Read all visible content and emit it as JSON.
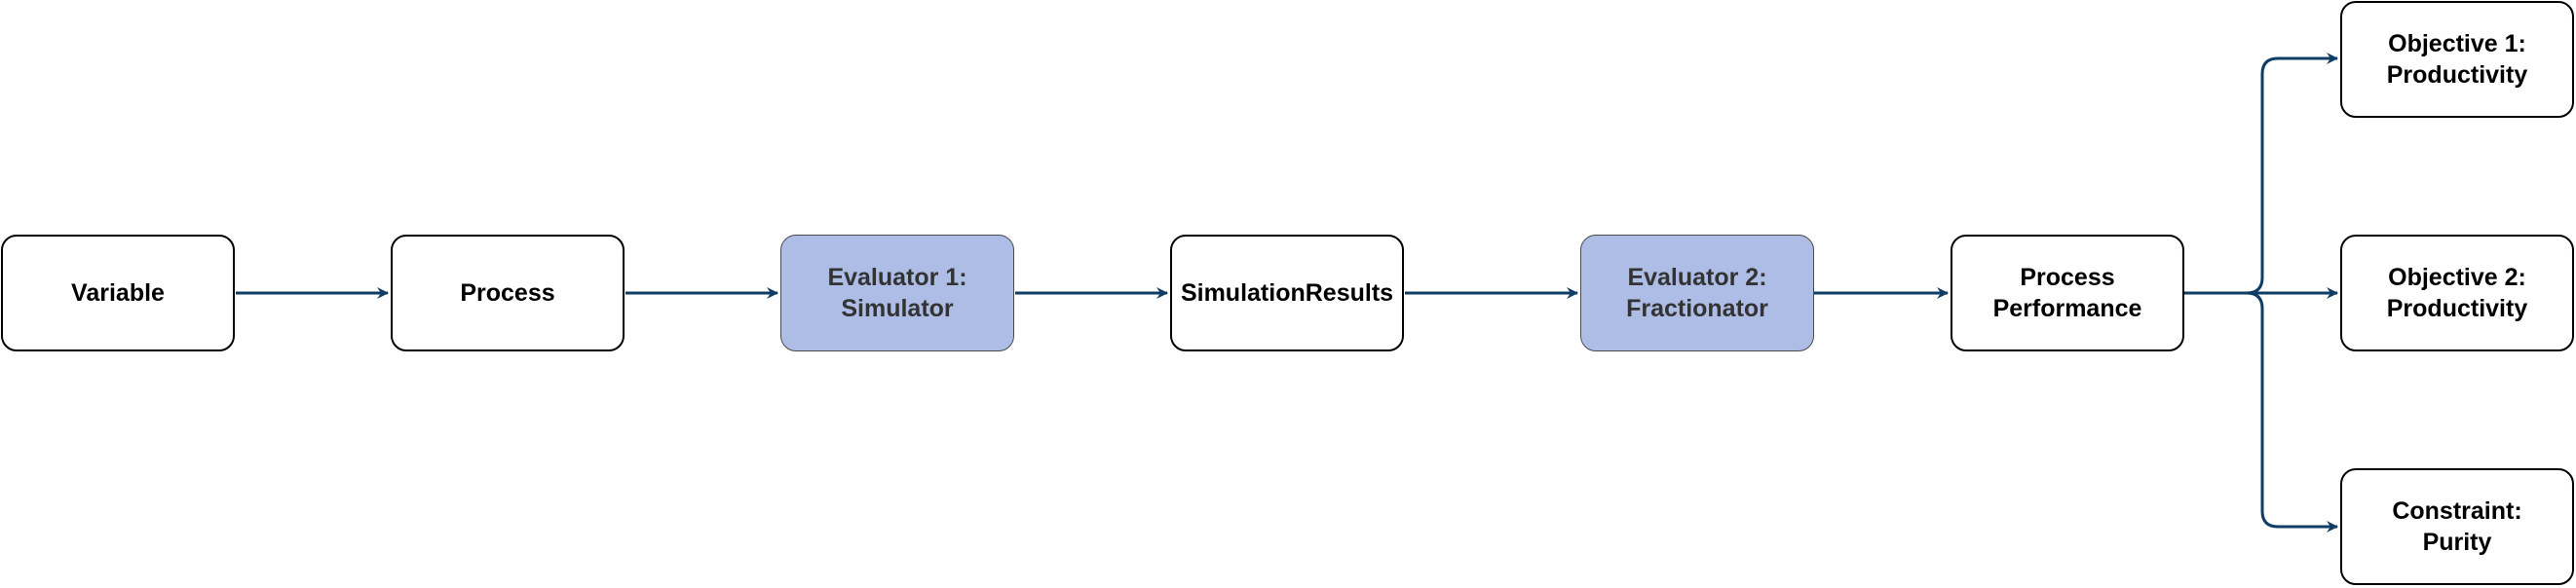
{
  "diagram": {
    "colors": {
      "edge": "#0f3d66",
      "evaluator_fill": "#aebde6",
      "node_border": "#000000"
    },
    "nodes": {
      "variable": {
        "label": "Variable"
      },
      "process": {
        "label": "Process"
      },
      "evaluator1": {
        "label": "Evaluator 1:\nSimulator"
      },
      "simulation_results": {
        "label": "SimulationResults"
      },
      "evaluator2": {
        "label": "Evaluator 2:\nFractionator"
      },
      "process_performance": {
        "label": "Process\nPerformance"
      },
      "objective1": {
        "label": "Objective 1:\nProductivity"
      },
      "objective2": {
        "label": "Objective 2:\nProductivity"
      },
      "constraint": {
        "label": "Constraint:\nPurity"
      }
    },
    "edges": [
      {
        "from": "variable",
        "to": "process"
      },
      {
        "from": "process",
        "to": "evaluator1"
      },
      {
        "from": "evaluator1",
        "to": "simulation_results"
      },
      {
        "from": "simulation_results",
        "to": "evaluator2"
      },
      {
        "from": "evaluator2",
        "to": "process_performance"
      },
      {
        "from": "process_performance",
        "to": "objective1"
      },
      {
        "from": "process_performance",
        "to": "objective2"
      },
      {
        "from": "process_performance",
        "to": "constraint"
      }
    ]
  }
}
